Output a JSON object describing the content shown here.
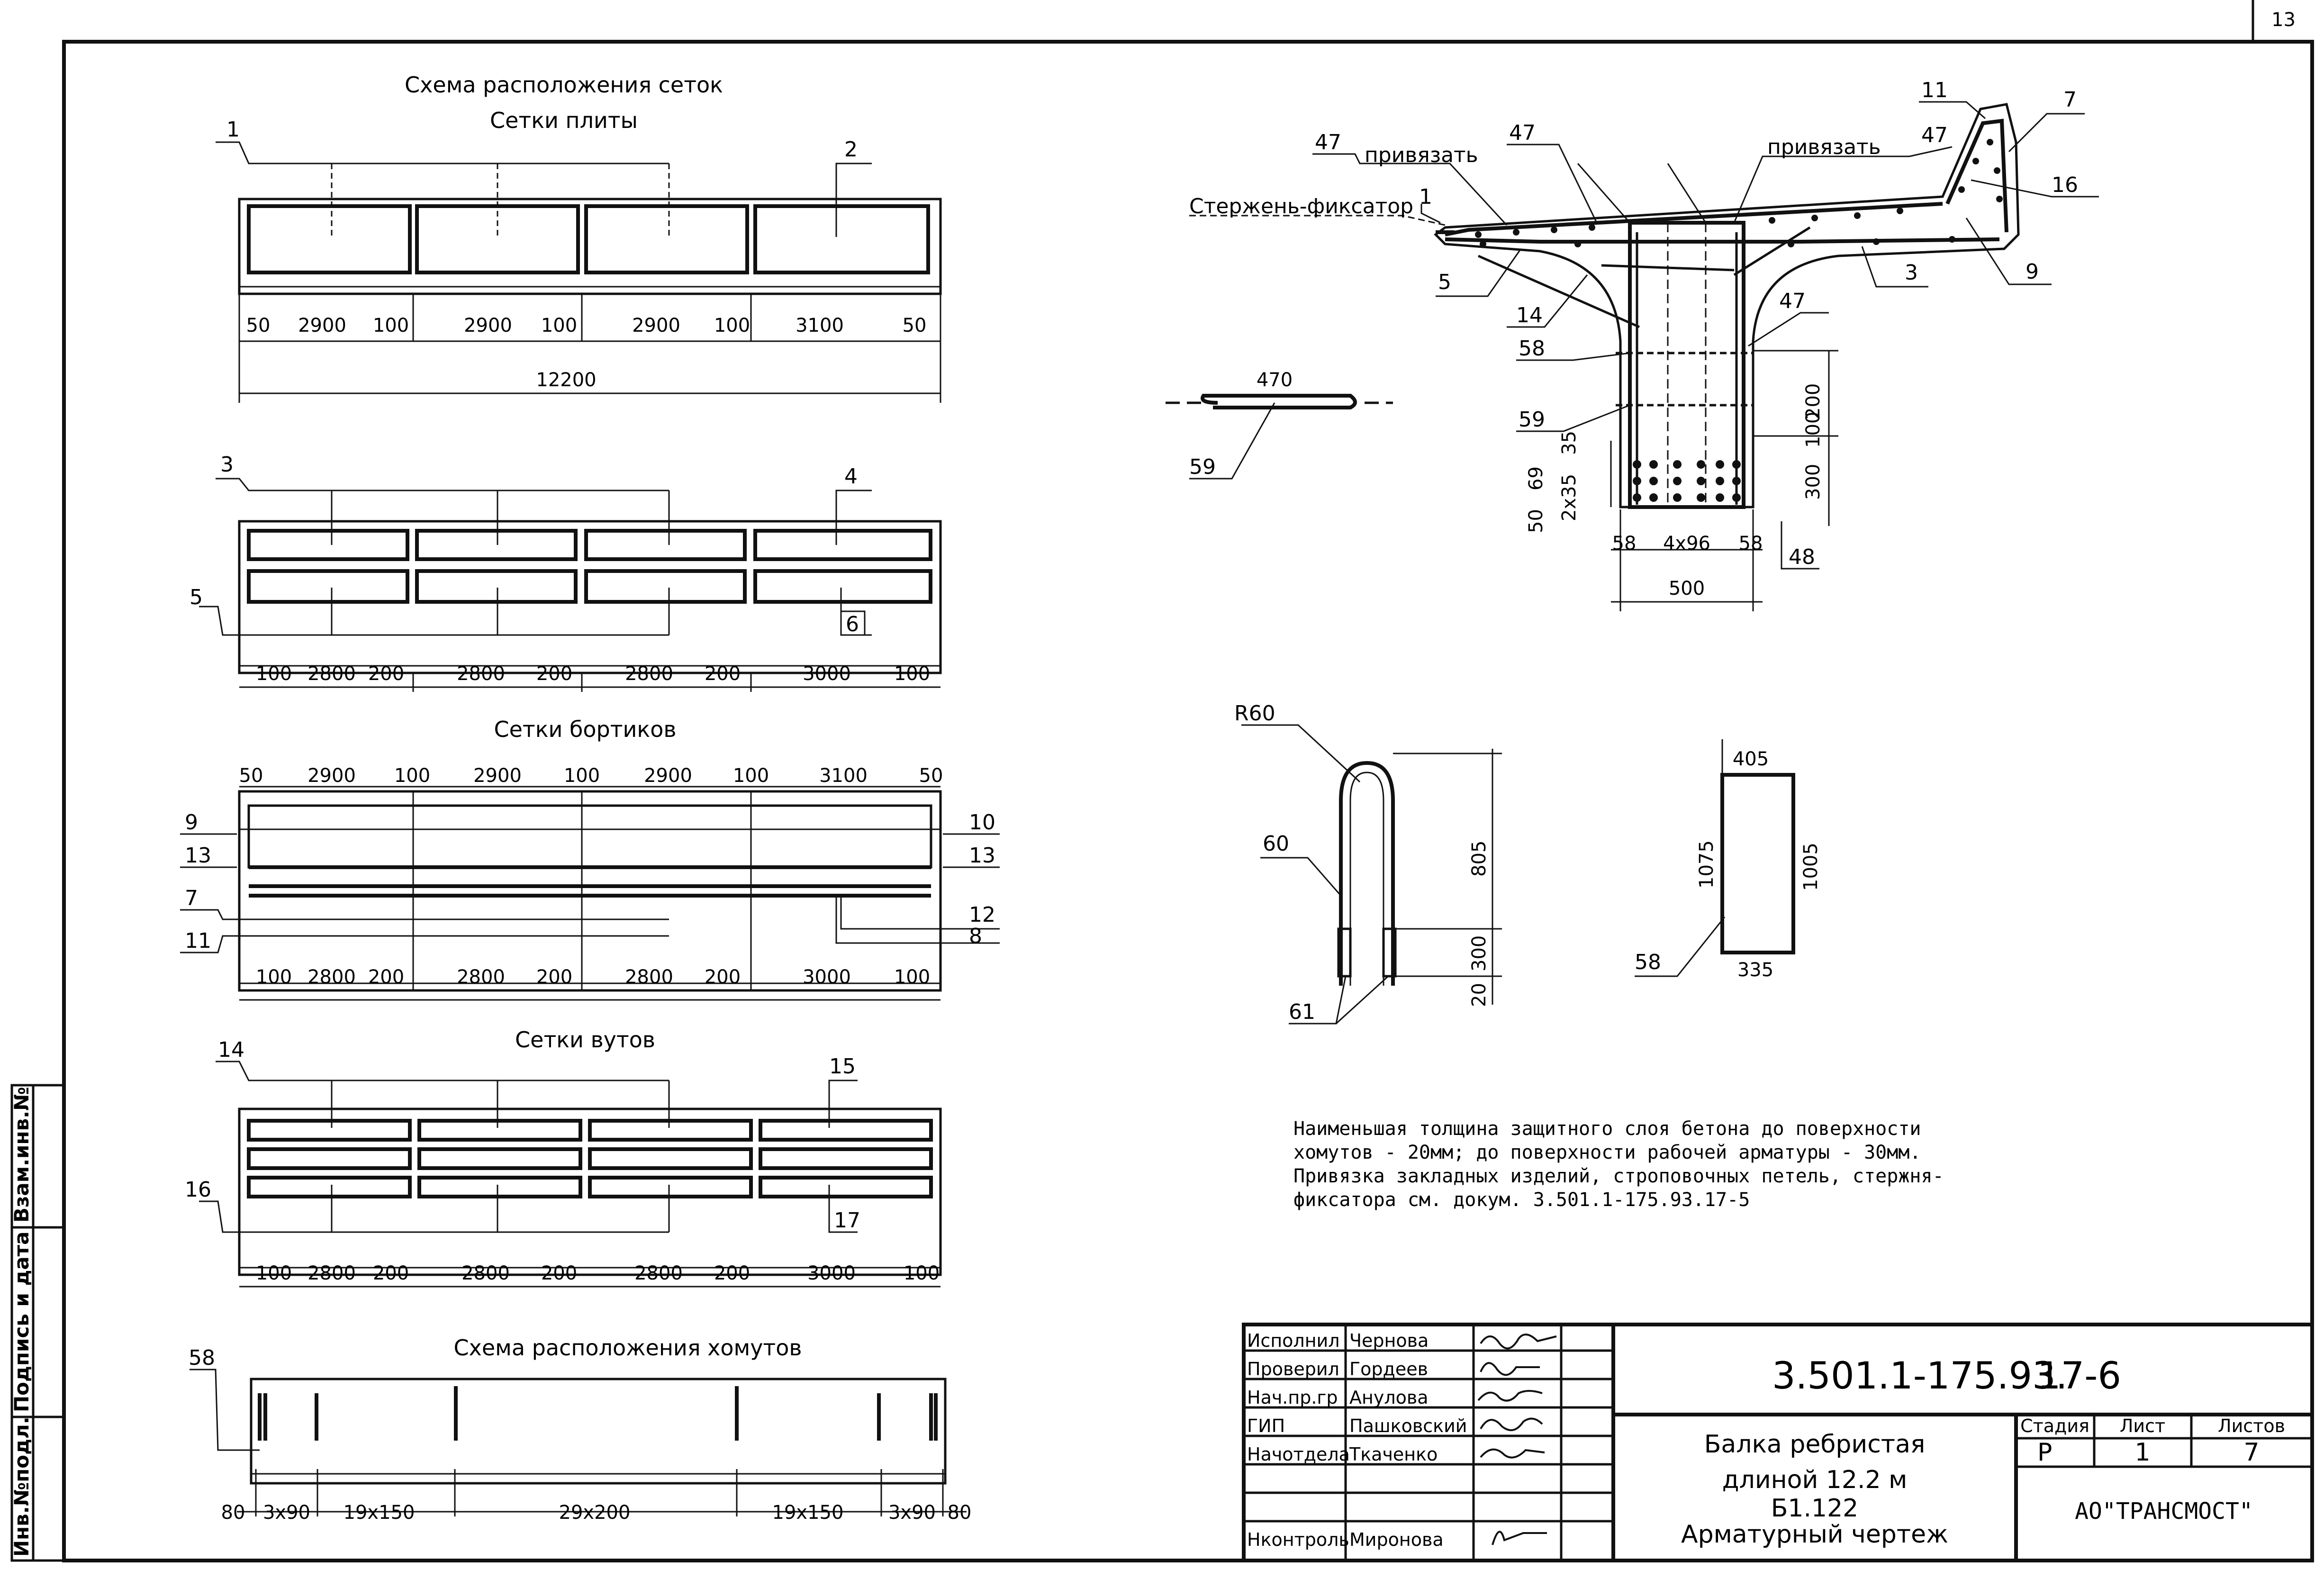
{
  "page_number": "13",
  "side_labels": [
    "Инв.№подл.",
    "Подпись и дата",
    "Взам.инв.№"
  ],
  "slab": {
    "scheme_title": "Схема расположения сеток",
    "title": "Сетки плиты",
    "callouts": [
      "1",
      "2"
    ],
    "dims": [
      "50",
      "2900",
      "100",
      "2900",
      "100",
      "2900",
      "100",
      "3100",
      "50"
    ],
    "total": "12200"
  },
  "slab2": {
    "callouts": [
      "3",
      "4",
      "5",
      "6"
    ],
    "dims": [
      "100",
      "2800",
      "200",
      "2800",
      "200",
      "2800",
      "200",
      "3000",
      "100"
    ]
  },
  "curbs": {
    "title": "Сетки бортиков",
    "top_dims": [
      "50",
      "2900",
      "100",
      "2900",
      "100",
      "2900",
      "100",
      "3100",
      "50"
    ],
    "callouts_left": [
      "9",
      "13",
      "7",
      "11"
    ],
    "callouts_right": [
      "10",
      "13",
      "12",
      "8"
    ],
    "dims": [
      "100",
      "2800",
      "200",
      "2800",
      "200",
      "2800",
      "200",
      "3000",
      "100"
    ]
  },
  "haunch": {
    "title": "Сетки вутов",
    "callouts": [
      "14",
      "15",
      "16",
      "17"
    ],
    "dims": [
      "100",
      "2800",
      "200",
      "2800",
      "200",
      "2800",
      "200",
      "3000",
      "100"
    ]
  },
  "stirrups": {
    "title": "Схема расположения хомутов",
    "callout": "58",
    "dims": [
      "80",
      "3x90",
      "19x150",
      "29x200",
      "19x150",
      "3x90",
      "80"
    ]
  },
  "section": {
    "labels": {
      "tie1": "привязать",
      "tie2": "привязать",
      "fixator": "Стержень-фиксатор"
    },
    "callouts": [
      "47",
      "47",
      "47",
      "1",
      "5",
      "14",
      "11",
      "7",
      "16",
      "9",
      "3",
      "47",
      "58",
      "59",
      "48"
    ],
    "web_dims_left": [
      "50",
      "69",
      "2x35",
      "35"
    ],
    "web_dims_right": [
      "200",
      "100",
      "300"
    ],
    "bottom_dims": [
      "58",
      "4x96",
      "58"
    ],
    "width": "500"
  },
  "bar59": {
    "length": "470",
    "callout": "59"
  },
  "loop": {
    "radius": "R60",
    "callouts": [
      "60",
      "61"
    ],
    "dims": [
      "805",
      "300",
      "20"
    ]
  },
  "stirrup58": {
    "dims": [
      "405",
      "1075",
      "1005",
      "335"
    ],
    "callout": "58"
  },
  "notes": [
    "Наименьшая толщина защитного слоя бетона до поверхности",
    "хомутов - 20мм; до поверхности рабочей арматуры - 30мм.",
    "Привязка закладных изделий, строповочных петель, стержня-",
    "фиксатора см. докум. 3.501.1-175.93.17-5"
  ],
  "stamp": {
    "rows": [
      {
        "role": "Исполнил",
        "name": "Чернова"
      },
      {
        "role": "Проверил",
        "name": "Гордеев"
      },
      {
        "role": "Нач.пр.гр",
        "name": "Анулова"
      },
      {
        "role": "ГИП",
        "name": "Пашковский"
      },
      {
        "role": "Начотдела",
        "name": "Ткаченко"
      },
      {
        "role": "",
        "name": ""
      },
      {
        "role": "Нконтроль",
        "name": "Миронова"
      }
    ],
    "code": "3.501.1-175.93.",
    "sheet_code": "17-6",
    "title_lines": [
      "Балка ребристая",
      "длиной 12.2 м",
      "Б1.122",
      "Арматурный чертеж"
    ],
    "stage_label": "Стадия",
    "sheet_label": "Лист",
    "sheets_label": "Листов",
    "stage": "Р",
    "sheet": "1",
    "sheets": "7",
    "org": "АО\"ТРАНСМОСТ\""
  }
}
